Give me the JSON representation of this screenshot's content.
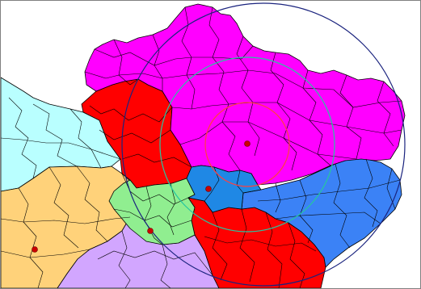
{
  "map": {
    "background": "#ffffff",
    "border_color": "#808080",
    "boundary_color": "#000000",
    "regions": [
      {
        "name": "magenta-region",
        "color": "#ff00ff"
      },
      {
        "name": "red-region",
        "color": "#ff0000"
      },
      {
        "name": "medium-blue-region",
        "color": "#3b82f6"
      },
      {
        "name": "central-blue-region",
        "color": "#1f88e5"
      },
      {
        "name": "light-green-region",
        "color": "#90ee90"
      },
      {
        "name": "cyan-region",
        "color": "#b9ffff"
      },
      {
        "name": "orange-region",
        "color": "#ffd27a"
      },
      {
        "name": "lavender-region",
        "color": "#d2a6ff"
      }
    ],
    "rings": [
      {
        "name": "outer-ring",
        "color": "#1a237e"
      },
      {
        "name": "middle-ring",
        "color": "#26c6a0"
      },
      {
        "name": "inner-ring",
        "color": "#ff4040"
      }
    ],
    "point_color": "#cc0000"
  }
}
